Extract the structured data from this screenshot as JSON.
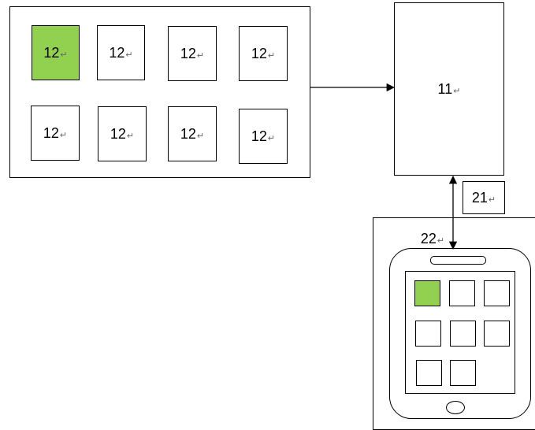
{
  "cells": [
    {
      "label": "12",
      "mark": "↵",
      "highlighted": true
    },
    {
      "label": "12",
      "mark": "↵",
      "highlighted": false
    },
    {
      "label": "12",
      "mark": "↵",
      "highlighted": false
    },
    {
      "label": "12",
      "mark": "↵",
      "highlighted": false
    },
    {
      "label": "12",
      "mark": "↵",
      "highlighted": false
    },
    {
      "label": "12",
      "mark": "↵",
      "highlighted": false
    },
    {
      "label": "12",
      "mark": "↵",
      "highlighted": false
    },
    {
      "label": "12",
      "mark": "↵",
      "highlighted": false
    }
  ],
  "server": {
    "label": "11",
    "mark": "↵"
  },
  "link": {
    "label": "21",
    "mark": "↵"
  },
  "device": {
    "label": "22",
    "mark": "↵"
  },
  "phone_apps": [
    {
      "highlighted": true
    },
    {
      "highlighted": false
    },
    {
      "highlighted": false
    },
    {
      "highlighted": false
    },
    {
      "highlighted": false
    },
    {
      "highlighted": false
    },
    {
      "highlighted": false
    },
    {
      "highlighted": false
    }
  ],
  "colors": {
    "highlight": "#92D050",
    "stroke": "#000000"
  }
}
